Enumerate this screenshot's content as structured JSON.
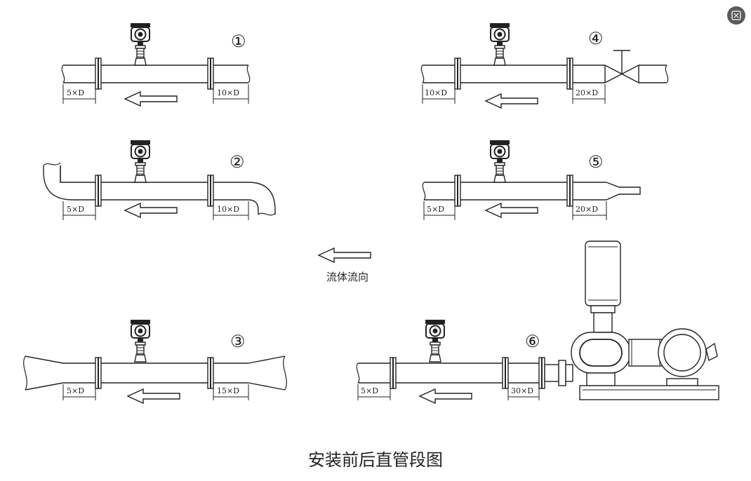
{
  "caption": "安装前后直管段图",
  "legend": {
    "label": "流体流向"
  },
  "corner_button_icon": "translate-icon",
  "cases": [
    {
      "number": "①",
      "upstream": "10×D",
      "downstream": "5×D"
    },
    {
      "number": "②",
      "upstream": "10×D",
      "downstream": "5×D"
    },
    {
      "number": "③",
      "upstream": "15×D",
      "downstream": "5×D"
    },
    {
      "number": "④",
      "upstream": "20×D",
      "downstream": "10×D"
    },
    {
      "number": "⑤",
      "upstream": "20×D",
      "downstream": "5×D"
    },
    {
      "number": "⑥",
      "upstream": "30×D",
      "downstream": "5×D"
    }
  ]
}
